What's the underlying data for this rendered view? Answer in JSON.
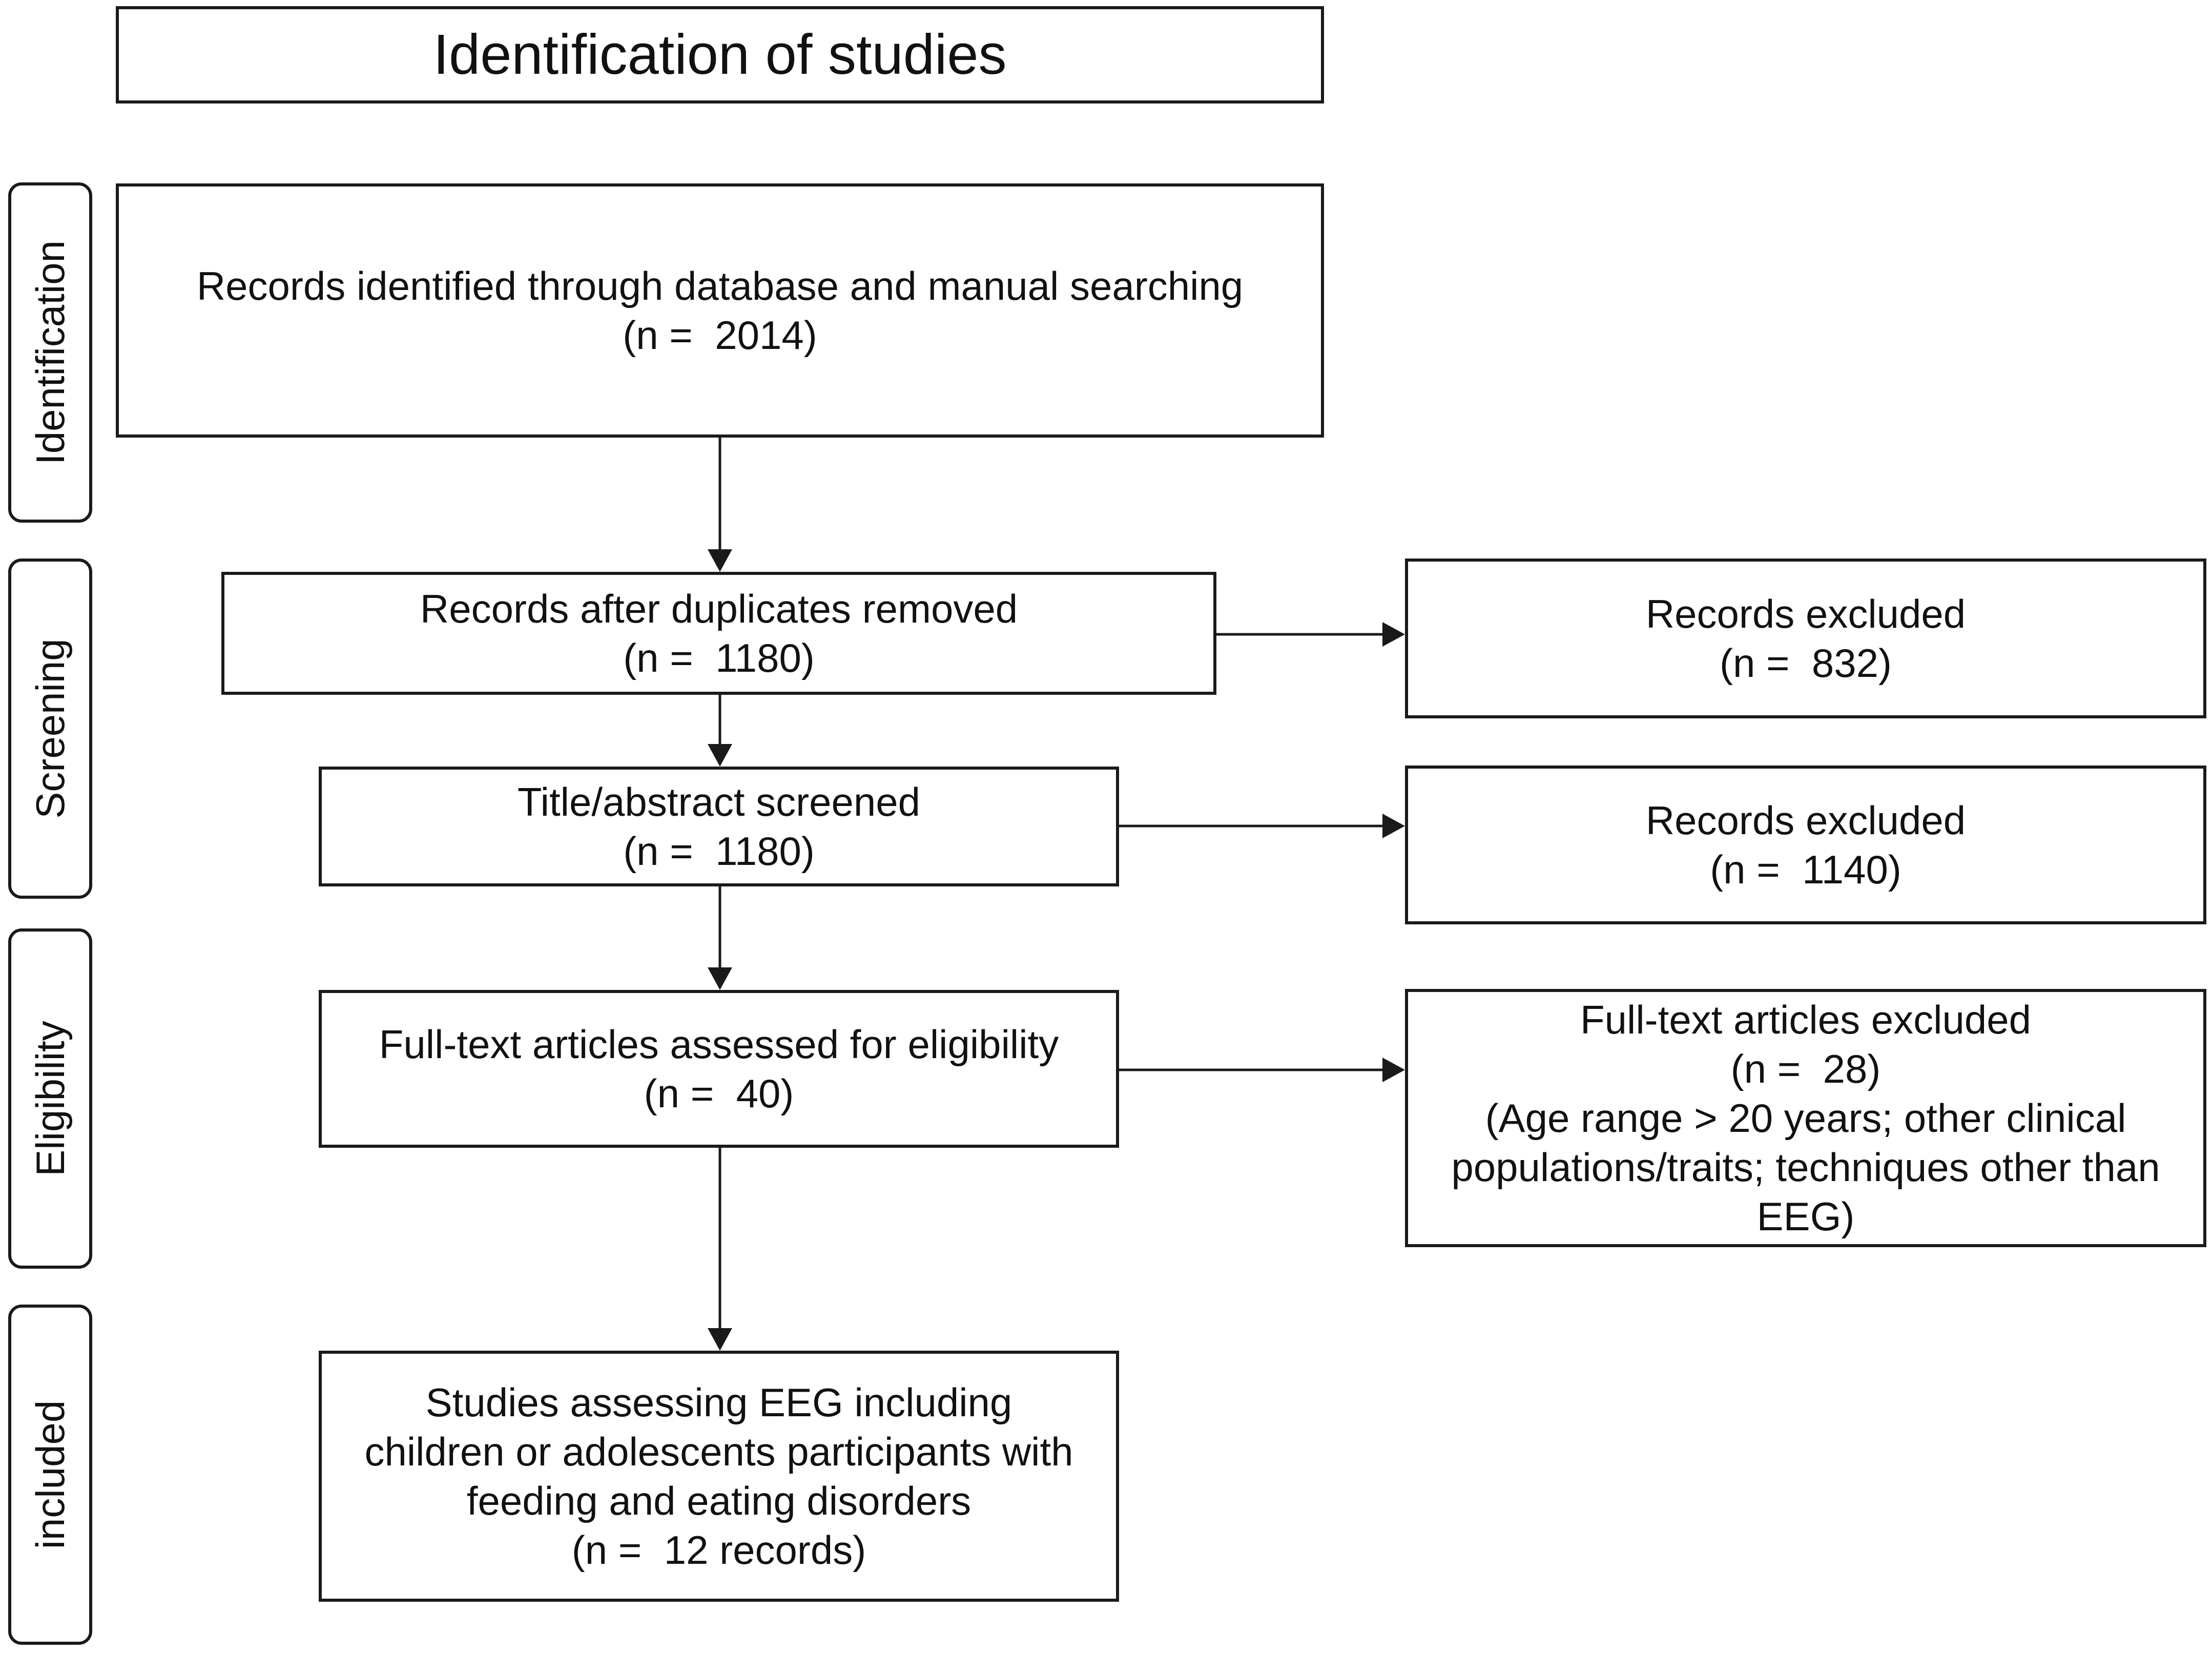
{
  "header": {
    "title": "Identification of studies"
  },
  "stages": [
    {
      "id": "identification",
      "label": "Identification"
    },
    {
      "id": "screening",
      "label": "Screening"
    },
    {
      "id": "eligibility",
      "label": "Eligibility"
    },
    {
      "id": "included",
      "label": "included"
    }
  ],
  "boxes": {
    "identified": {
      "lines": [
        "Records identified through database and manual searching",
        "(n =  2014)"
      ]
    },
    "after_duplicates": {
      "lines": [
        "Records after duplicates removed",
        "(n =  1180)"
      ]
    },
    "excluded_1": {
      "lines": [
        "Records excluded",
        "(n =  832)"
      ]
    },
    "screened": {
      "lines": [
        "Title/abstract screened",
        "(n =  1180)"
      ]
    },
    "excluded_2": {
      "lines": [
        "Records excluded",
        "(n =  1140)"
      ]
    },
    "fulltext": {
      "lines": [
        "Full-text articles assessed for eligibility",
        "(n =  40)"
      ]
    },
    "fulltext_excluded": {
      "lines": [
        "Full-text articles excluded",
        "(n =  28)",
        "(Age range > 20 years; other clinical",
        "populations/traits; techniques other than",
        "EEG)"
      ]
    },
    "included": {
      "lines": [
        "Studies assessing EEG including",
        "children or adolescents participants with",
        "feeding and eating disorders",
        "(n =  12 records)"
      ]
    }
  }
}
